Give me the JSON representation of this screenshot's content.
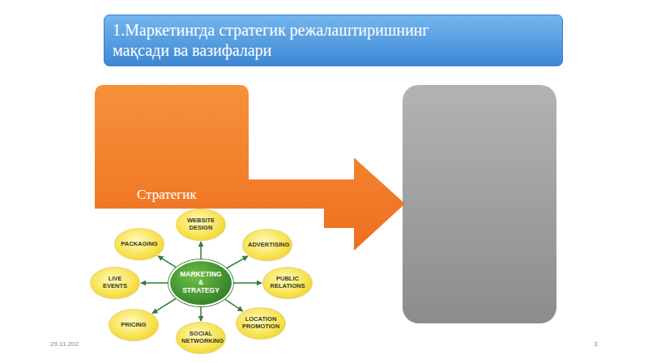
{
  "diagram": {
    "title": "1.Маркетингда стратегик режалаштиришнинг мақсади ва вазифалари",
    "nodes": [
      {
        "text": [
          "Стратегик"
        ]
      },
      {
        "text": [
          "MARKETING & STRATEGY"
        ]
      },
      {
        "text": [
          "WEBSITE DESIGN"
        ]
      },
      {
        "text": [
          "ADVERTISING"
        ]
      },
      {
        "text": [
          "PUBLIC RELATIONS"
        ]
      },
      {
        "text": [
          "LOCATION PROMOTION"
        ]
      },
      {
        "text": [
          "SOCIAL NETWORKING"
        ]
      },
      {
        "text": [
          "PRICING"
        ]
      },
      {
        "text": [
          "LIVE EVENTS"
        ]
      },
      {
        "text": [
          "PACKAGING"
        ]
      }
    ],
    "edges": [
      {
        "from": 1,
        "to": 2,
        "arrow": "to"
      },
      {
        "from": 1,
        "to": 3,
        "arrow": "to"
      },
      {
        "from": 1,
        "to": 4,
        "arrow": "to"
      },
      {
        "from": 1,
        "to": 5,
        "arrow": "to"
      },
      {
        "from": 1,
        "to": 6,
        "arrow": "to"
      },
      {
        "from": 1,
        "to": 7,
        "arrow": "to"
      },
      {
        "from": 1,
        "to": 8,
        "arrow": "to"
      },
      {
        "from": 1,
        "to": 9,
        "arrow": "to"
      }
    ],
    "labels": [
      "29.11.202",
      "3"
    ]
  }
}
